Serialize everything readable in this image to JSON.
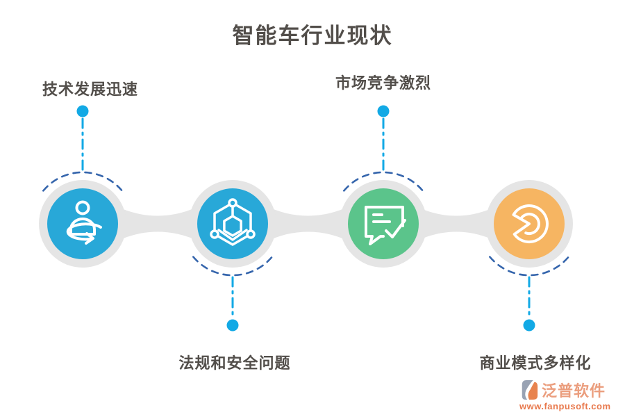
{
  "title": "智能车行业现状",
  "nodes": [
    {
      "id": "tech",
      "label": "技术发展迅速",
      "color": "#28A8D8",
      "icon": "person-360-icon",
      "label_position": "top"
    },
    {
      "id": "regulation",
      "label": "法规和安全问题",
      "color": "#28A8D8",
      "icon": "hexagon-network-icon",
      "label_position": "bottom"
    },
    {
      "id": "market",
      "label": "市场竞争激烈",
      "color": "#5BC48B",
      "icon": "chat-check-icon",
      "label_position": "top"
    },
    {
      "id": "business",
      "label": "商业模式多样化",
      "color": "#F6B562",
      "icon": "pie-chart-icon",
      "label_position": "bottom"
    }
  ],
  "watermark": {
    "brand": "泛普软件",
    "url": "www.fanpusoft.com"
  },
  "colors": {
    "connector_gray": "#E5E5E5",
    "ring_gray": "#E5E5E5",
    "dashed_arc_blue": "#3565AC",
    "leader_cyan": "#12A9E5",
    "icon_stroke": "#FFFFFF",
    "text_dark": "#524E4A",
    "watermark_brand": "#EB9E7E",
    "watermark_url": "#E8794D"
  }
}
